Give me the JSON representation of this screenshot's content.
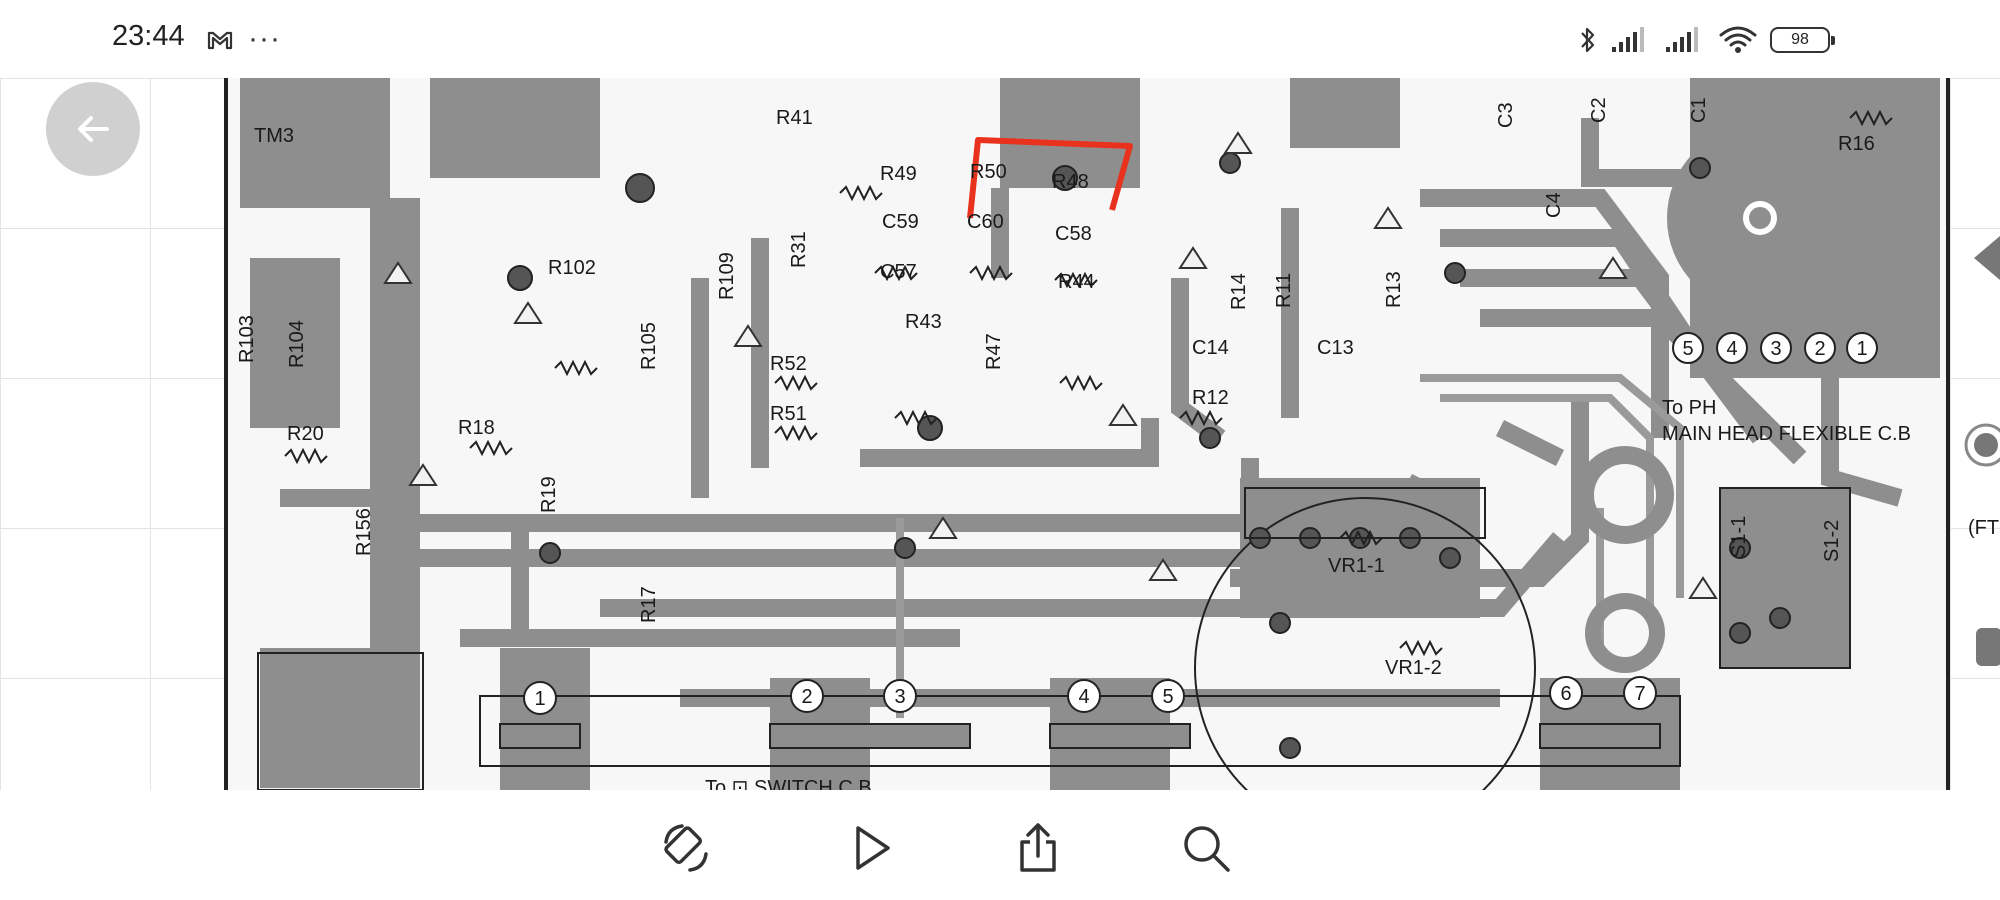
{
  "status_bar": {
    "time": "23:44",
    "left_icons": [
      "gmail-icon",
      "more-dots-icon"
    ],
    "more_glyph": "···",
    "right_icons": [
      "bluetooth-icon",
      "signal-icon",
      "signal-icon",
      "wifi-icon"
    ],
    "battery_level": "98"
  },
  "viewer": {
    "image_labels": [
      {
        "id": "tm3",
        "text": "TM3"
      },
      {
        "id": "r41",
        "text": "R41"
      },
      {
        "id": "r49",
        "text": "R49"
      },
      {
        "id": "r50",
        "text": "R50"
      },
      {
        "id": "r48",
        "text": "R48"
      },
      {
        "id": "c59",
        "text": "C59"
      },
      {
        "id": "c60",
        "text": "C60"
      },
      {
        "id": "c58",
        "text": "C58"
      },
      {
        "id": "c57",
        "text": "C57"
      },
      {
        "id": "r44",
        "text": "R44"
      },
      {
        "id": "r43",
        "text": "R43"
      },
      {
        "id": "r47",
        "text": "R47"
      },
      {
        "id": "r102",
        "text": "R102"
      },
      {
        "id": "r109",
        "text": "R109"
      },
      {
        "id": "r31",
        "text": "R31"
      },
      {
        "id": "r103",
        "text": "R103"
      },
      {
        "id": "r104",
        "text": "R104"
      },
      {
        "id": "r105",
        "text": "R105"
      },
      {
        "id": "r52",
        "text": "R52"
      },
      {
        "id": "r51",
        "text": "R51"
      },
      {
        "id": "r18",
        "text": "R18"
      },
      {
        "id": "r20",
        "text": "R20"
      },
      {
        "id": "r19",
        "text": "R19"
      },
      {
        "id": "r156",
        "text": "R156"
      },
      {
        "id": "r17",
        "text": "R17"
      },
      {
        "id": "r14",
        "text": "R14"
      },
      {
        "id": "r11",
        "text": "R11"
      },
      {
        "id": "r13",
        "text": "R13"
      },
      {
        "id": "c14",
        "text": "C14"
      },
      {
        "id": "c13",
        "text": "C13"
      },
      {
        "id": "r12",
        "text": "R12"
      },
      {
        "id": "c3",
        "text": "C3"
      },
      {
        "id": "c2",
        "text": "C2"
      },
      {
        "id": "c1",
        "text": "C1"
      },
      {
        "id": "c4",
        "text": "C4"
      },
      {
        "id": "r16",
        "text": "R16"
      },
      {
        "id": "vr1_1",
        "text": "VR1-1"
      },
      {
        "id": "vr1_2",
        "text": "VR1-2"
      },
      {
        "id": "s1_1",
        "text": "S1-1"
      },
      {
        "id": "s1_2",
        "text": "S1-2"
      },
      {
        "id": "to_ph",
        "text": "To PH"
      },
      {
        "id": "main_head",
        "text": "MAIN HEAD FLEXIBLE C.B"
      },
      {
        "id": "ft",
        "text": "(FT"
      },
      {
        "id": "switch_cb",
        "text": "To ⊡ SWITCH C.B"
      },
      {
        "id": "pin1",
        "text": "1"
      },
      {
        "id": "pin2",
        "text": "2"
      },
      {
        "id": "pin3",
        "text": "3"
      },
      {
        "id": "pin4",
        "text": "4"
      },
      {
        "id": "pin5",
        "text": "5"
      },
      {
        "id": "pin6",
        "text": "6"
      },
      {
        "id": "pin7",
        "text": "7"
      },
      {
        "id": "rpin5",
        "text": "5"
      },
      {
        "id": "rpin4",
        "text": "4"
      },
      {
        "id": "rpin3",
        "text": "3"
      },
      {
        "id": "rpin2",
        "text": "2"
      },
      {
        "id": "rpin1",
        "text": "1"
      }
    ],
    "highlight_color": "#e8321e"
  },
  "toolbar": {
    "buttons": [
      "rotate-icon",
      "play-icon",
      "share-icon",
      "search-icon"
    ]
  },
  "colors": {
    "trace": "#8e8e8e",
    "background": "#ffffff",
    "back_button": "#c8c8c8"
  }
}
